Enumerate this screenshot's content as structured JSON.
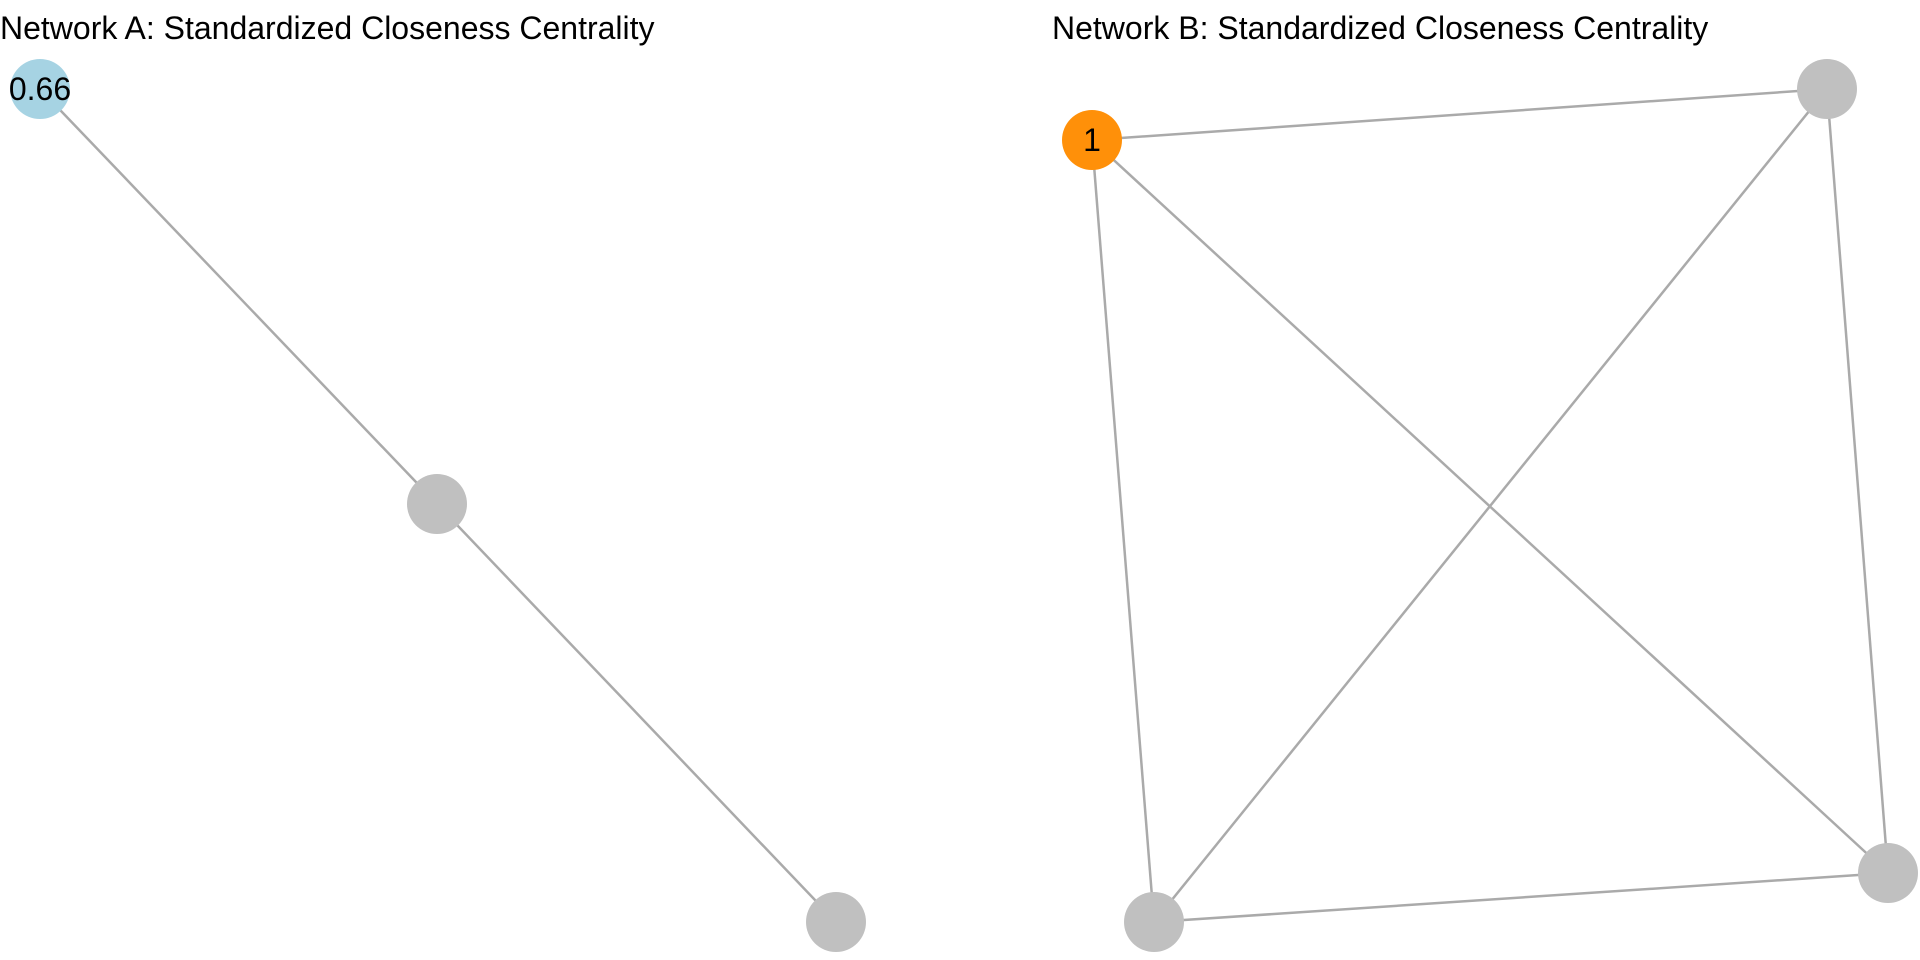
{
  "colors": {
    "edge": "#aaaaaa",
    "default_node": "#c0c0c0",
    "highlight_a": "#a6d3e3",
    "highlight_b": "#ff9009",
    "label": "#000000"
  },
  "networks": [
    {
      "id": "A",
      "title": "Network A: Standardized Closeness Centrality",
      "nodes": [
        {
          "id": "a1",
          "highlighted": true,
          "label": "0.66"
        },
        {
          "id": "a2",
          "highlighted": false,
          "label": ""
        },
        {
          "id": "a3",
          "highlighted": false,
          "label": ""
        }
      ],
      "edges": [
        [
          "a1",
          "a2"
        ],
        [
          "a2",
          "a3"
        ]
      ]
    },
    {
      "id": "B",
      "title": "Network B: Standardized Closeness Centrality",
      "nodes": [
        {
          "id": "b1",
          "highlighted": true,
          "label": "1"
        },
        {
          "id": "b2",
          "highlighted": false,
          "label": ""
        },
        {
          "id": "b3",
          "highlighted": false,
          "label": ""
        },
        {
          "id": "b4",
          "highlighted": false,
          "label": ""
        }
      ],
      "edges": [
        [
          "b1",
          "b2"
        ],
        [
          "b1",
          "b3"
        ],
        [
          "b1",
          "b4"
        ],
        [
          "b2",
          "b3"
        ],
        [
          "b2",
          "b4"
        ],
        [
          "b3",
          "b4"
        ]
      ]
    }
  ]
}
